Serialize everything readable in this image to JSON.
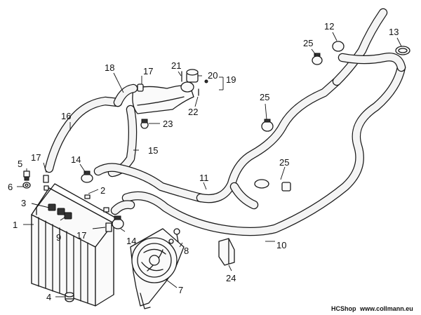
{
  "diagram": {
    "type": "exploded-parts-diagram",
    "callouts": [
      {
        "id": "c1",
        "label": "1"
      },
      {
        "id": "c2",
        "label": "2"
      },
      {
        "id": "c3",
        "label": "3"
      },
      {
        "id": "c4",
        "label": "4"
      },
      {
        "id": "c5",
        "label": "5"
      },
      {
        "id": "c6",
        "label": "6"
      },
      {
        "id": "c7",
        "label": "7"
      },
      {
        "id": "c8",
        "label": "8"
      },
      {
        "id": "c9",
        "label": "9"
      },
      {
        "id": "c10",
        "label": "10"
      },
      {
        "id": "c11",
        "label": "11"
      },
      {
        "id": "c12",
        "label": "12"
      },
      {
        "id": "c13",
        "label": "13"
      },
      {
        "id": "c14a",
        "label": "14"
      },
      {
        "id": "c14b",
        "label": "14"
      },
      {
        "id": "c15",
        "label": "15"
      },
      {
        "id": "c16",
        "label": "16"
      },
      {
        "id": "c17a",
        "label": "17"
      },
      {
        "id": "c17b",
        "label": "17"
      },
      {
        "id": "c17c",
        "label": "17"
      },
      {
        "id": "c18",
        "label": "18"
      },
      {
        "id": "c19",
        "label": "19"
      },
      {
        "id": "c20",
        "label": "20"
      },
      {
        "id": "c21",
        "label": "21"
      },
      {
        "id": "c22",
        "label": "22"
      },
      {
        "id": "c23",
        "label": "23"
      },
      {
        "id": "c24",
        "label": "24"
      },
      {
        "id": "c25a",
        "label": "25"
      },
      {
        "id": "c25b",
        "label": "25"
      },
      {
        "id": "c25c",
        "label": "25"
      }
    ]
  },
  "watermark": {
    "brand": "HCShop",
    "site": "www.collmann.eu"
  }
}
